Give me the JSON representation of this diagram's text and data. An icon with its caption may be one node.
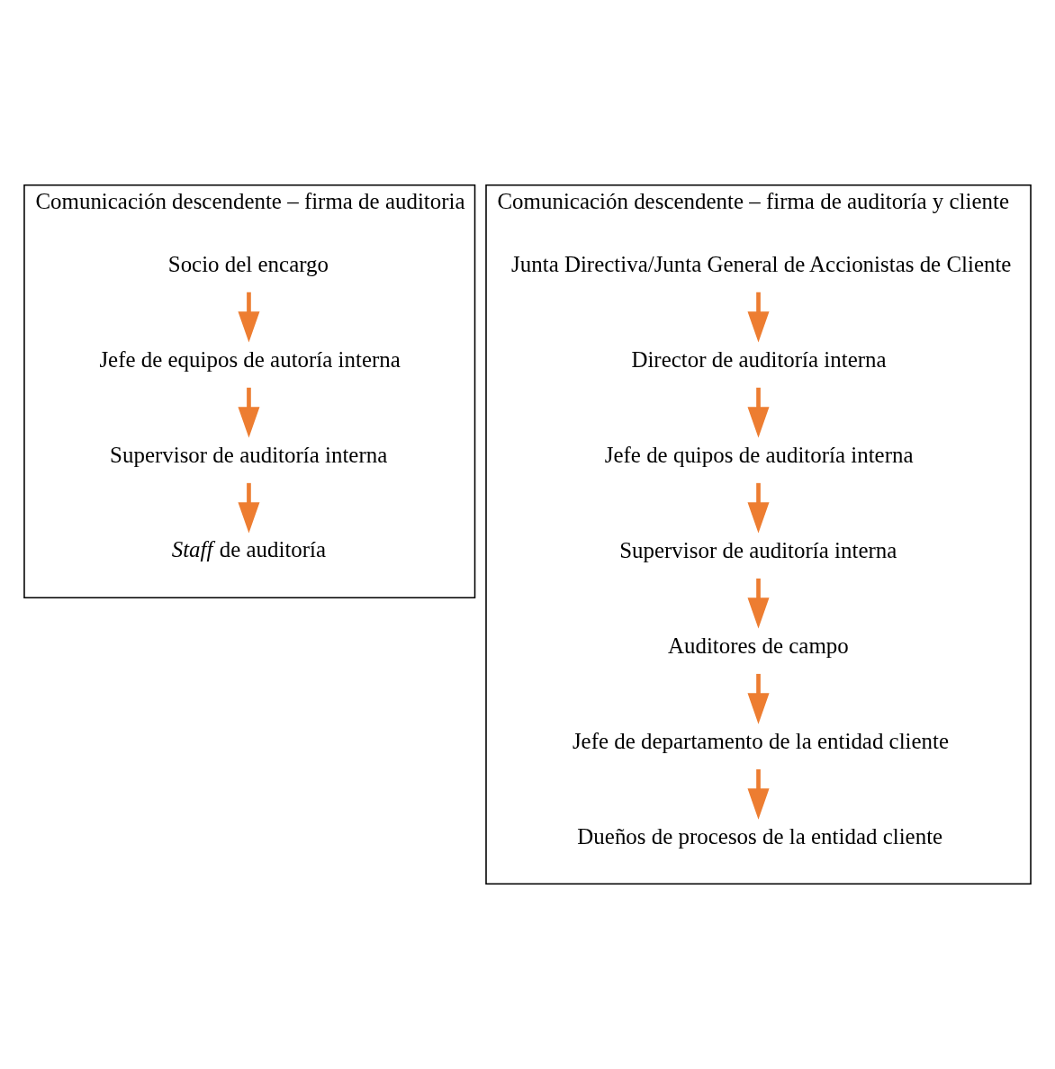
{
  "diagram": {
    "nodes": [
      {
        "text": [
          "Comunicación descendente – firma de auditoria"
        ]
      },
      {
        "text": [
          "Socio del encargo"
        ],
        "in": 0
      },
      {
        "text": [
          "Jefe de equipos de autoría interna"
        ],
        "in": 0
      },
      {
        "text": [
          "Supervisor de auditoría interna"
        ],
        "in": 0
      },
      {
        "text": [
          "*Staff* de auditoría"
        ],
        "in": 0
      },
      {
        "text": [
          "Comunicación descendente – firma de auditoría y cliente"
        ]
      },
      {
        "text": [
          "Junta Directiva/Junta General de Accionistas de Cliente"
        ],
        "in": 5
      },
      {
        "text": [
          "Director de auditoría interna"
        ],
        "in": 5
      },
      {
        "text": [
          "Jefe de quipos de auditoría interna"
        ],
        "in": 5
      },
      {
        "text": [
          "Supervisor de auditoría interna"
        ],
        "in": 5
      },
      {
        "text": [
          "Auditores de campo"
        ],
        "in": 5
      },
      {
        "text": [
          "Jefe de departamento de la entidad cliente"
        ],
        "in": 5
      },
      {
        "text": [
          "Dueños de procesos de la entidad cliente"
        ],
        "in": 5
      }
    ],
    "edges": [
      {
        "from": 1,
        "to": 2,
        "arrow": "to",
        "color": "#ed7d31"
      },
      {
        "from": 2,
        "to": 3,
        "arrow": "to",
        "color": "#ed7d31"
      },
      {
        "from": 3,
        "to": 4,
        "arrow": "to",
        "color": "#ed7d31"
      },
      {
        "from": 6,
        "to": 7,
        "arrow": "to",
        "color": "#ed7d31"
      },
      {
        "from": 7,
        "to": 8,
        "arrow": "to",
        "color": "#ed7d31"
      },
      {
        "from": 8,
        "to": 9,
        "arrow": "to",
        "color": "#ed7d31"
      },
      {
        "from": 9,
        "to": 10,
        "arrow": "to",
        "color": "#ed7d31"
      },
      {
        "from": 10,
        "to": 11,
        "arrow": "to",
        "color": "#ed7d31"
      },
      {
        "from": 11,
        "to": 12,
        "arrow": "to",
        "color": "#ed7d31"
      }
    ]
  }
}
